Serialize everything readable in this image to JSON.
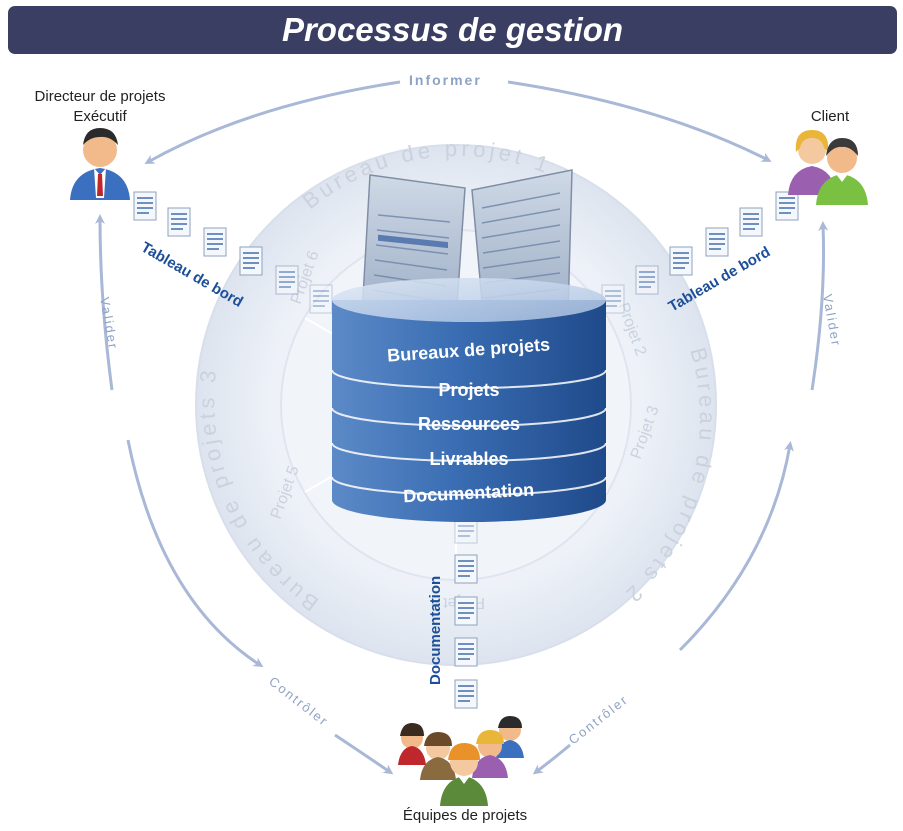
{
  "title": "Processus de gestion",
  "actors": {
    "director_line1": "Directeur de projets",
    "director_line2": "Exécutif",
    "client": "Client",
    "teams": "Équipes de projets"
  },
  "flows": {
    "informer": "Informer",
    "valider_left": "Valider",
    "valider_right": "Valider",
    "controler_left": "Contrôler",
    "controler_right": "Contrôler",
    "tableau_left": "Tableau de bord",
    "tableau_right": "Tableau de bord",
    "documentation": "Documentation"
  },
  "ring": {
    "bureau1": "Bureau de projet 1",
    "bureau2": "Bureau de projets 2",
    "bureau3": "Bureau de projets 3",
    "projet2": "Projet 2",
    "projet3": "Projet 3",
    "projet4": "Projet 4",
    "projet5": "Projet 5",
    "projet6": "Projet 6"
  },
  "database": {
    "layers": [
      "Bureaux de projets",
      "Projets",
      "Ressources",
      "Livrables",
      "Documentation"
    ]
  },
  "colors": {
    "title_bar": "#3b3e63",
    "arrow": "#a9b8d6",
    "db_blue": "#2f5fa3",
    "flow_label": "#1d4f98"
  }
}
